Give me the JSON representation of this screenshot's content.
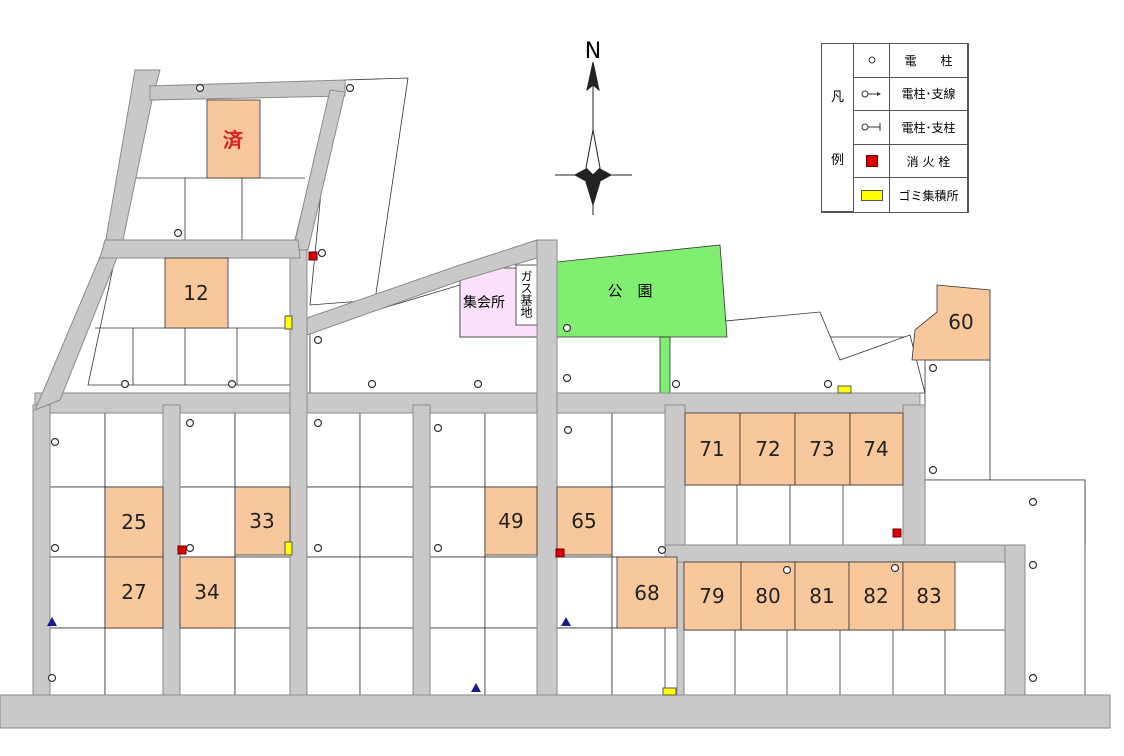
{
  "north_label": "N",
  "legend": {
    "title_top": "凡",
    "title_bottom": "例",
    "items": [
      {
        "icon": "utility-pole-icon",
        "label": "電　　柱"
      },
      {
        "icon": "pole-with-guy-wire-icon",
        "label": "電柱･支線"
      },
      {
        "icon": "pole-with-support-icon",
        "label": "電柱･支柱"
      },
      {
        "icon": "fire-hydrant-icon",
        "label": "消 火 栓",
        "color": "#e00000"
      },
      {
        "icon": "garbage-station-icon",
        "label": "ゴミ集積所",
        "color": "#ffff00"
      }
    ]
  },
  "facilities": {
    "park": "公　園",
    "assembly_hall": "集会所",
    "gas_base": "ガス基地"
  },
  "lots": {
    "sold": "済",
    "l12": "12",
    "l25": "25",
    "l27": "27",
    "l33": "33",
    "l34": "34",
    "l49": "49",
    "l65": "65",
    "l68": "68",
    "l60": "60",
    "l71": "71",
    "l72": "72",
    "l73": "73",
    "l74": "74",
    "l79": "79",
    "l80": "80",
    "l81": "81",
    "l82": "82",
    "l83": "83"
  },
  "colors": {
    "available_lot": "#f8c89c",
    "park": "#80ee70",
    "assembly_hall": "#fde0fb",
    "road": "#c9c9c9",
    "sold_text": "#e02020"
  }
}
